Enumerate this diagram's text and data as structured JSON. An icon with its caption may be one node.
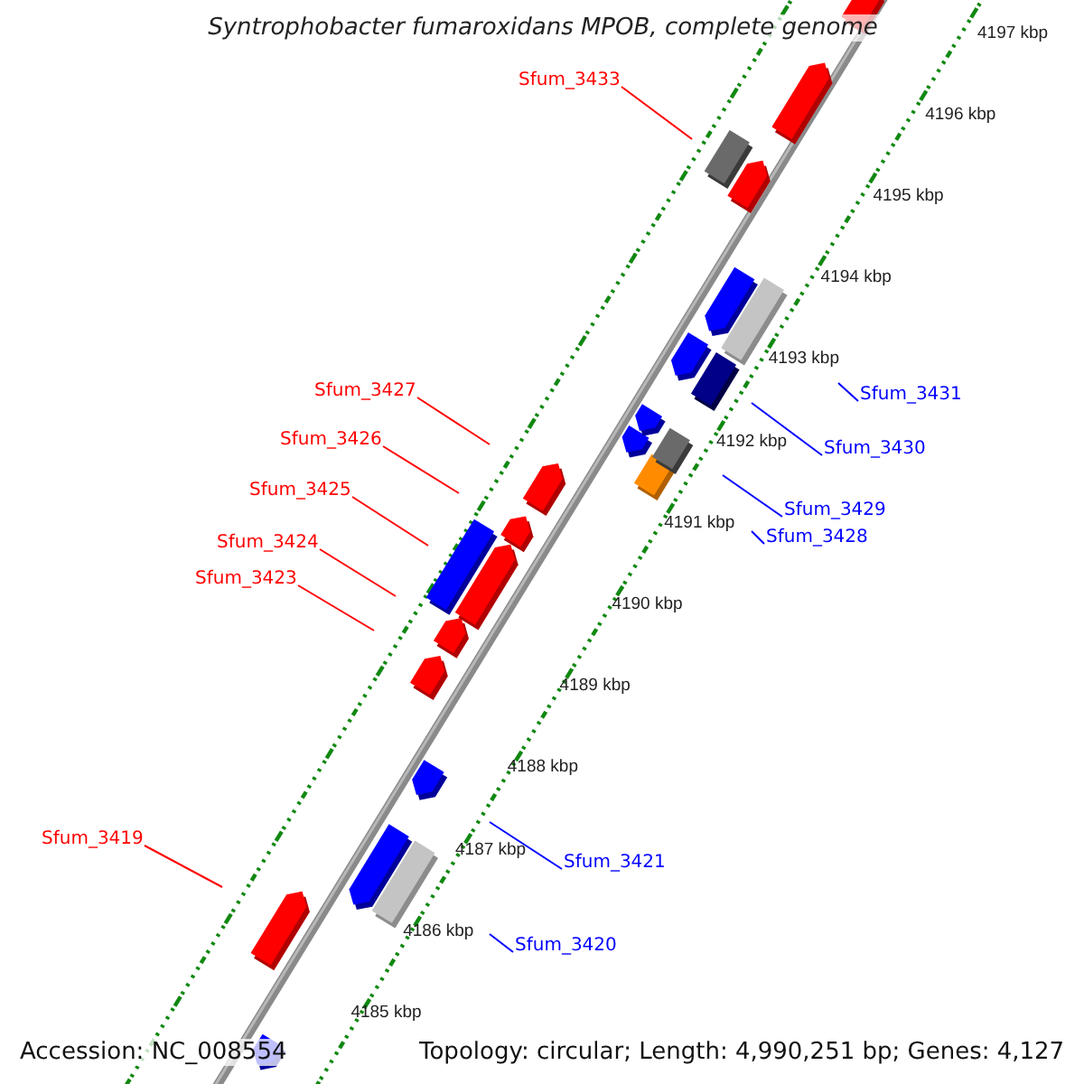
{
  "diagram": {
    "title": "Syntrophobacter fumaroxidans MPOB, complete genome",
    "nodes": [
      {
        "text": [
          "Sfum_3433"
        ]
      },
      {
        "text": [
          "Sfum_3427"
        ]
      },
      {
        "text": [
          "Sfum_3431"
        ]
      },
      {
        "text": [
          "Sfum_3426"
        ]
      },
      {
        "text": [
          "Sfum_3430"
        ]
      },
      {
        "text": [
          "Sfum_3425"
        ]
      },
      {
        "text": [
          "Sfum_3429"
        ]
      },
      {
        "text": [
          "Sfum_3428"
        ]
      },
      {
        "text": [
          "Sfum_3424"
        ]
      },
      {
        "text": [
          "Sfum_3423"
        ]
      },
      {
        "text": [
          "Sfum_3419"
        ]
      },
      {
        "text": [
          "Sfum_3421"
        ]
      },
      {
        "text": [
          "Sfum_3420"
        ]
      }
    ],
    "edges": [
      {
        "from": 0,
        "to": null,
        "arrow": "none"
      },
      {
        "from": 1,
        "to": null,
        "arrow": "none"
      },
      {
        "from": 2,
        "to": null,
        "arrow": "none",
        "color": "#0000ff"
      },
      {
        "from": 3,
        "to": null,
        "arrow": "none"
      },
      {
        "from": 4,
        "to": null,
        "arrow": "none",
        "color": "#0000ff"
      },
      {
        "from": 5,
        "to": null,
        "arrow": "none"
      },
      {
        "from": 6,
        "to": null,
        "arrow": "none",
        "color": "#0000ff"
      },
      {
        "from": 7,
        "to": null,
        "arrow": "none",
        "color": "#0000ff"
      },
      {
        "from": 8,
        "to": null,
        "arrow": "none"
      },
      {
        "from": 9,
        "to": null,
        "arrow": "none"
      },
      {
        "from": 10,
        "to": null,
        "arrow": "none"
      },
      {
        "from": 11,
        "to": null,
        "arrow": "none",
        "color": "#0000ff"
      },
      {
        "from": 12,
        "to": null,
        "arrow": "none",
        "color": "#0000ff"
      }
    ],
    "labels": [
      "4197 kbp",
      "4196 kbp",
      "4195 kbp",
      "4194 kbp",
      "4193 kbp",
      "4192 kbp",
      "4191 kbp",
      "4190 kbp",
      "4189 kbp",
      "4188 kbp",
      "4187 kbp",
      "4186 kbp",
      "4185 kbp",
      "Accession: NC_008554",
      "Topology: circular; Length: 4,990,251 bp; Genes: 4,127"
    ]
  }
}
